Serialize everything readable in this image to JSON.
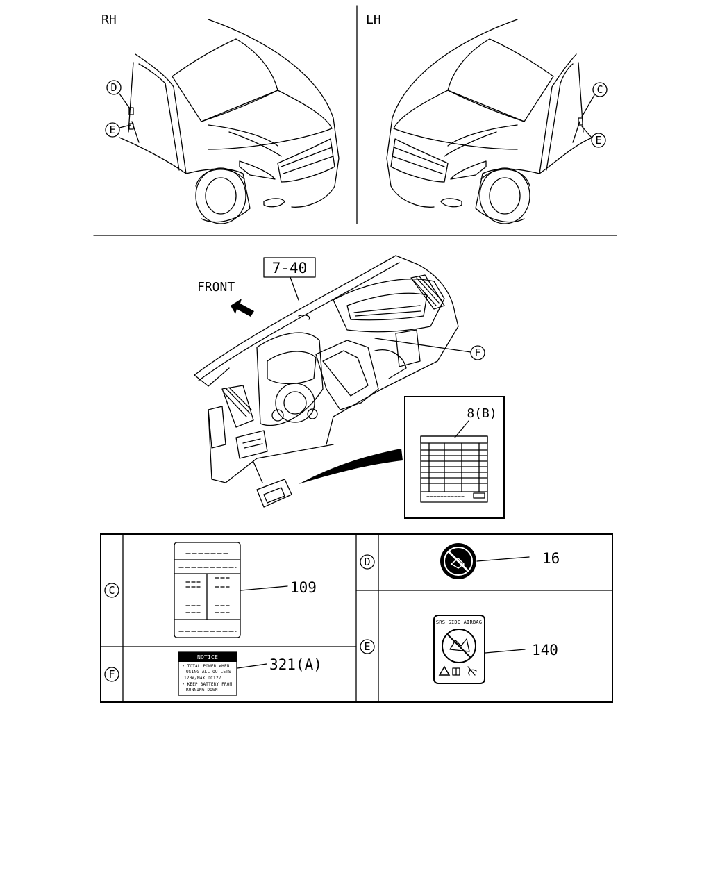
{
  "views": {
    "rh_label": "RH",
    "lh_label": "LH",
    "front_label": "FRONT",
    "ref_box": "7-40"
  },
  "callouts": {
    "c": "C",
    "d": "D",
    "e": "E",
    "f": "F"
  },
  "inset": {
    "part_label": "8(B)"
  },
  "table": {
    "c_letter": "C",
    "c_part": "109",
    "d_letter": "D",
    "d_part": "16",
    "e_letter": "E",
    "e_part": "140",
    "f_letter": "F",
    "f_part": "321(A)"
  },
  "labels": {
    "notice_title": "NOTICE",
    "notice_line1": "• TOTAL POWER WHEN",
    "notice_line2": "USING ALL OUTLETS",
    "notice_line3": "120W/MAX DC12V",
    "notice_line4": "• KEEP BATTERY FROM",
    "notice_line5": "RUNNING DOWN.",
    "airbag_title": "SRS SIDE AIRBAG"
  }
}
